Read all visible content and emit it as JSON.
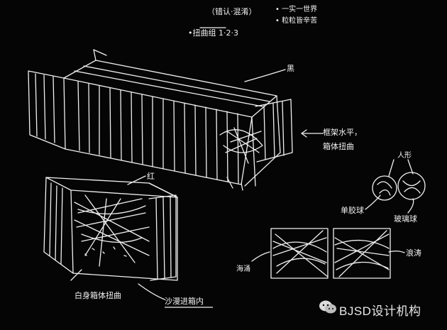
{
  "notes": {
    "top_bracket": "（错认·混淆）",
    "top_right_1": "• 一实一世界",
    "top_right_2": "• 粒粒皆辛苦",
    "list": "•扭曲组 1·2·3",
    "label_top": "黑",
    "label_right_1": "框架水平，",
    "label_right_2": "箱体扭曲",
    "label_red": "红",
    "label_person": "人形",
    "label_sand_ball": "单胶球",
    "label_glass_ball": "玻璃球",
    "label_wave": "浪涛",
    "label_left_bottom": "海涌",
    "label_box_twist": "白身箱体扭曲",
    "label_sand": "沙漫进箱内"
  },
  "watermark": {
    "text": "BJSD设计机构",
    "icon": "wechat-icon"
  },
  "colors": {
    "background": "#050505",
    "ink": "#f2f2f2"
  }
}
